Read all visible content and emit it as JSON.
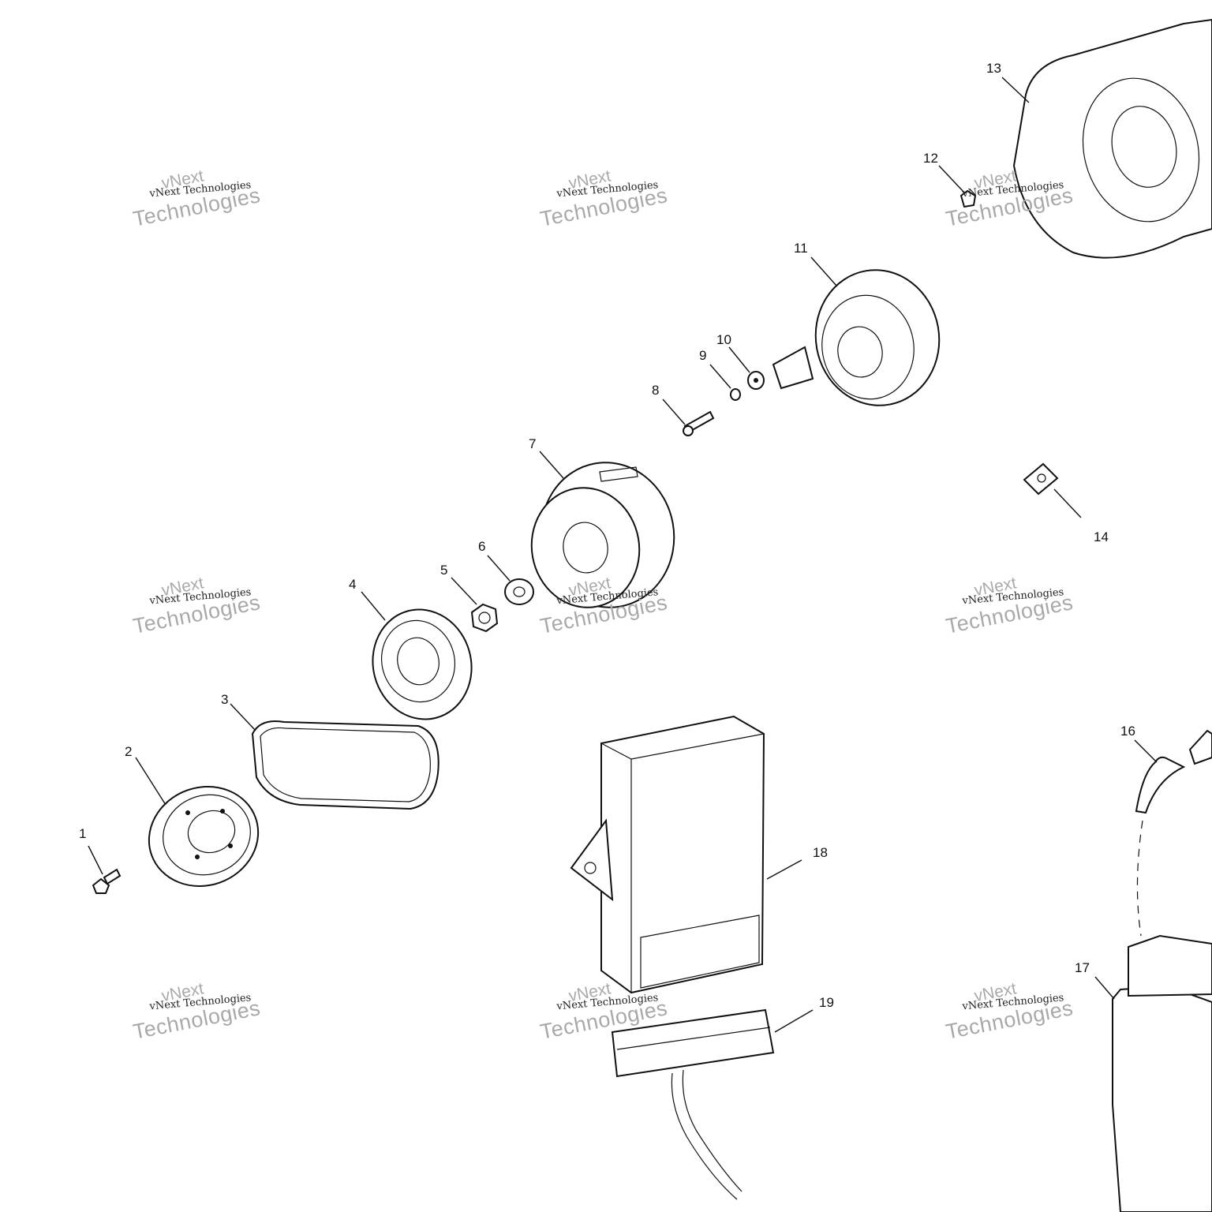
{
  "callouts": [
    "1",
    "2",
    "3",
    "4",
    "5",
    "6",
    "7",
    "8",
    "9",
    "10",
    "11",
    "12",
    "13",
    "14",
    "16",
    "17",
    "18",
    "19"
  ],
  "watermark": {
    "brand": "vNext",
    "company": "vNext Technologies",
    "word": "Technologies"
  }
}
